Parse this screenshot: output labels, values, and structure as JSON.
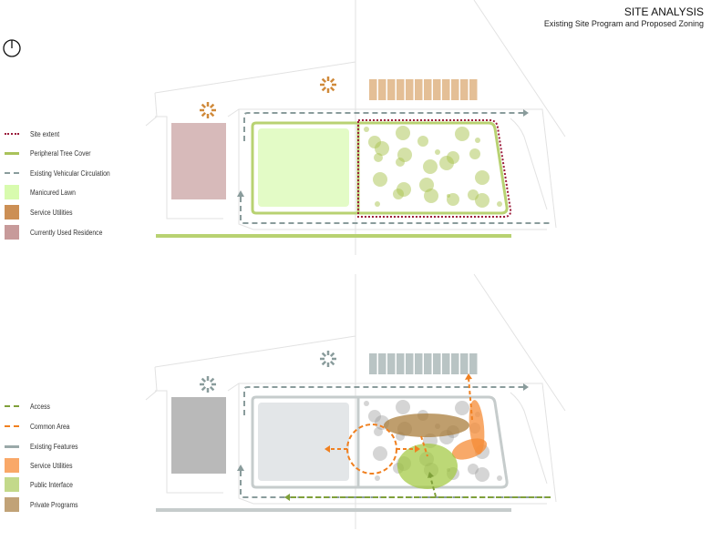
{
  "header": {
    "title": "SITE ANALYSIS",
    "subtitle": "Existing Site  Program and Proposed Zoning"
  },
  "north_icon": "north-arrow-icon",
  "legend_existing": [
    {
      "label": "Site extent",
      "color": "#9b1b3a",
      "style": "dotted"
    },
    {
      "label": "Peripheral Tree Cover",
      "color": "#a9c25a",
      "style": "line"
    },
    {
      "label": "Existing Vehicular Circulation",
      "color": "#8a9c9c",
      "style": "dashed"
    },
    {
      "label": "Manicured Lawn",
      "color": "#d8fbae",
      "style": "fill"
    },
    {
      "label": "Service Utilities",
      "color": "#cc8f55",
      "style": "fill"
    },
    {
      "label": "Currently Used Residence",
      "color": "#c79a9a",
      "style": "fill"
    }
  ],
  "legend_proposed": [
    {
      "label": "Access",
      "color": "#7fa03a",
      "style": "dashed"
    },
    {
      "label": "Common Area",
      "color": "#f08020",
      "style": "dashed"
    },
    {
      "label": "Existing Features",
      "color": "#9aa9a9",
      "style": "line"
    },
    {
      "label": "Service Utilities",
      "color": "#f9a868",
      "style": "fill"
    },
    {
      "label": "Public Interface",
      "color": "#c3d98a",
      "style": "fill"
    },
    {
      "label": "Private Programs",
      "color": "#c1a277",
      "style": "fill"
    }
  ]
}
